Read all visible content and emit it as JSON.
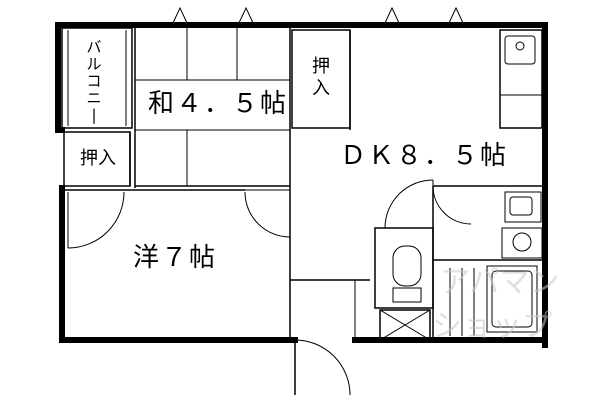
{
  "rooms": {
    "washitsu": "和４．５帖",
    "dk": "ＤＫ８．５帖",
    "youshitsu": "洋７帖",
    "balcony": "バルコニー",
    "oshiire_top": "押入",
    "oshiire_left": "押入"
  },
  "watermark": {
    "line1": "アパマン",
    "line2": "ショップ"
  }
}
